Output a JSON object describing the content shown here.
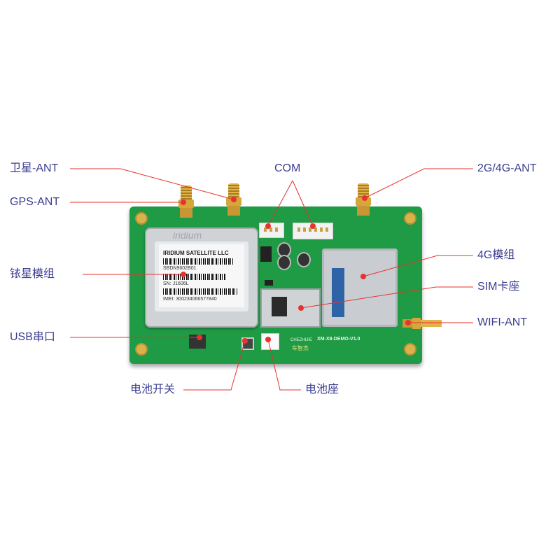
{
  "labels": {
    "sat_ant": "卫星-ANT",
    "gps_ant": "GPS-ANT",
    "com": "COM",
    "ant_2g4g": "2G/4G-ANT",
    "iridium_module": "铱星模组",
    "lte_module": "4G模组",
    "sim_socket": "SIM卡座",
    "wifi_ant": "WIFI-ANT",
    "usb_serial": "USB串口",
    "battery_switch": "电池开关",
    "battery_holder": "电池座"
  },
  "module": {
    "brand": "iridium",
    "sticker_title": "IRIDIUM SATELLITE LLC",
    "model": "SBDN9602B01",
    "serial": "SN: J1606L",
    "imei": "IMEI: 300234066577840"
  },
  "board": {
    "name": "XM-X8-DEMO-V1.0",
    "brand_en": "CHEZHIJIE",
    "brand_cn": "车智杰"
  },
  "colors": {
    "label_text": "#3a3d8f",
    "marker": "#e8322d",
    "pcb": "#1f9a45"
  }
}
